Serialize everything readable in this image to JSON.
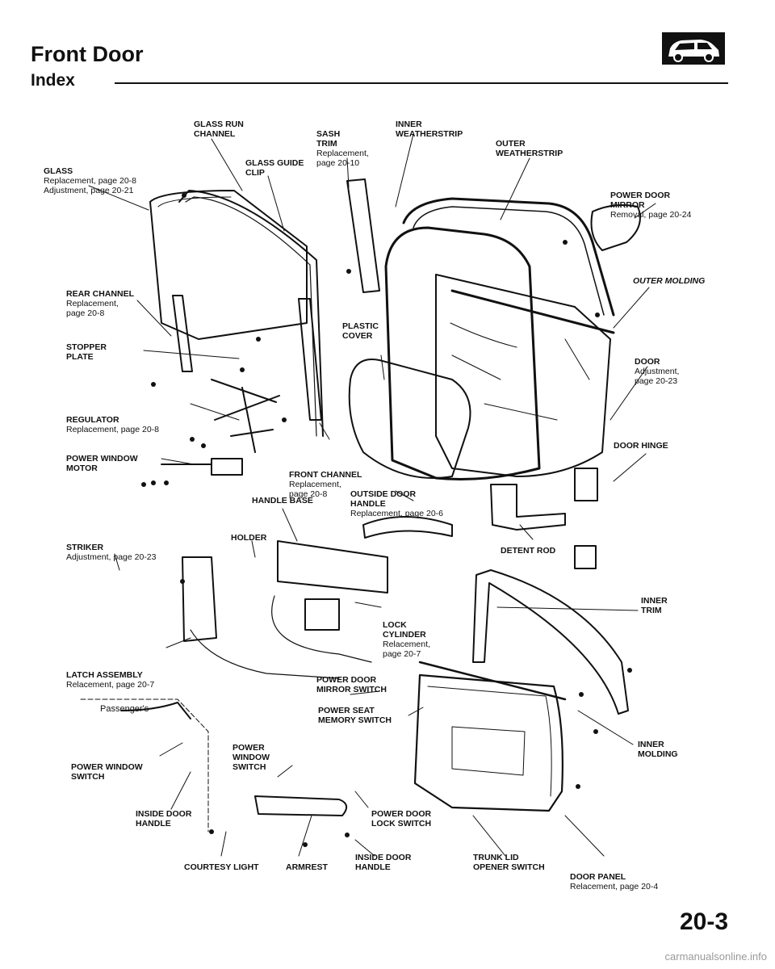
{
  "header": {
    "title": "Front Door",
    "subtitle": "Index"
  },
  "labels": {
    "glass": {
      "name": "GLASS",
      "lines": [
        "Replacement, page 20-8",
        "Adjustment, page 20-21"
      ]
    },
    "glass_run_channel": {
      "name": "GLASS RUN\nCHANNEL"
    },
    "sash_trim": {
      "name": "SASH\nTRIM",
      "lines": [
        "Replacement,",
        "page 20-10"
      ]
    },
    "inner_weatherstrip": {
      "name": "INNER\nWEATHERSTRIP"
    },
    "outer_weatherstrip": {
      "name": "OUTER\nWEATHERSTRIP"
    },
    "glass_guide_clip": {
      "name": "GLASS GUIDE\nCLIP"
    },
    "power_door_mirror": {
      "name": "POWER DOOR\nMIRROR",
      "lines": [
        "Removal, page 20-24"
      ]
    },
    "rear_channel": {
      "name": "REAR CHANNEL",
      "lines": [
        "Replacement,",
        "page 20-8"
      ]
    },
    "outer_molding": {
      "name": "OUTER MOLDING"
    },
    "plastic_cover": {
      "name": "PLASTIC\nCOVER"
    },
    "stopper_plate": {
      "name": "STOPPER\nPLATE"
    },
    "door": {
      "name": "DOOR",
      "lines": [
        "Adjustment,",
        "page 20-23"
      ]
    },
    "regulator": {
      "name": "REGULATOR",
      "lines": [
        "Replacement, page 20-8"
      ]
    },
    "door_hinge": {
      "name": "DOOR HINGE"
    },
    "power_window_motor": {
      "name": "POWER WINDOW\nMOTOR"
    },
    "front_channel": {
      "name": "FRONT CHANNEL",
      "lines": [
        "Replacement,",
        "page 20-8"
      ]
    },
    "outside_door_handle": {
      "name": "OUTSIDE DOOR\nHANDLE",
      "lines": [
        "Replacement, page 20-6"
      ]
    },
    "handle_base": {
      "name": "HANDLE BASE"
    },
    "striker": {
      "name": "STRIKER",
      "lines": [
        "Adjustment, page 20-23"
      ]
    },
    "holder": {
      "name": "HOLDER"
    },
    "detent_rod": {
      "name": "DETENT ROD"
    },
    "lock_cylinder": {
      "name": "LOCK\nCYLINDER",
      "lines": [
        "Relacement,",
        "page 20-7"
      ]
    },
    "inner_trim": {
      "name": "INNER\nTRIM"
    },
    "latch_assembly": {
      "name": "LATCH ASSEMBLY",
      "lines": [
        "Relacement, page 20-7"
      ]
    },
    "power_door_mirror_switch": {
      "name": "POWER DOOR\nMIRROR SWITCH"
    },
    "passengers": {
      "name": "Passenger's"
    },
    "power_seat_memory_switch": {
      "name": "POWER SEAT\nMEMORY SWITCH"
    },
    "inner_molding": {
      "name": "INNER\nMOLDING"
    },
    "power_window_switch_left": {
      "name": "POWER WINDOW\nSWITCH"
    },
    "power_window_switch_center": {
      "name": "POWER\nWINDOW\nSWITCH"
    },
    "inside_door_handle_left": {
      "name": "INSIDE DOOR\nHANDLE"
    },
    "power_door_lock_switch": {
      "name": "POWER DOOR\nLOCK SWITCH"
    },
    "courtesy_light": {
      "name": "COURTESY LIGHT"
    },
    "armrest": {
      "name": "ARMREST"
    },
    "inside_door_handle_bottom": {
      "name": "INSIDE DOOR\nHANDLE"
    },
    "trunk_lid_opener_switch": {
      "name": "TRUNK LID\nOPENER SWITCH"
    },
    "door_panel": {
      "name": "DOOR PANEL",
      "lines": [
        "Relacement, page 20-4"
      ]
    }
  },
  "footer": {
    "page_number": "20-3",
    "watermark": "carmanualsonline.info"
  }
}
